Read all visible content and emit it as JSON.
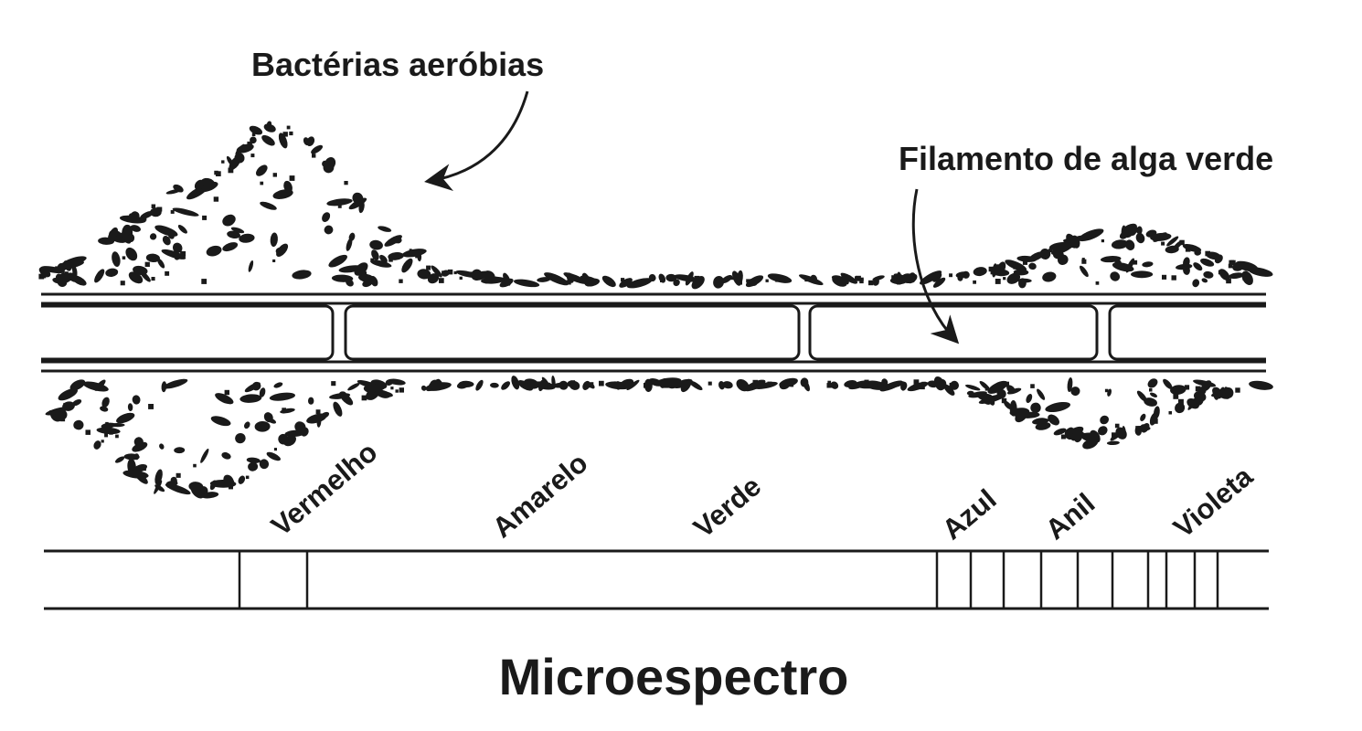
{
  "callouts": {
    "bacteria": "Bactérias aeróbias",
    "filament": "Filamento de alga verde"
  },
  "spectrum_bands": [
    "Vermelho",
    "Amarelo",
    "Verde",
    "Azul",
    "Anil",
    "Violeta"
  ],
  "title": "Microespectro",
  "colors": {
    "ink": "#1a1a1a",
    "background": "#ffffff"
  }
}
